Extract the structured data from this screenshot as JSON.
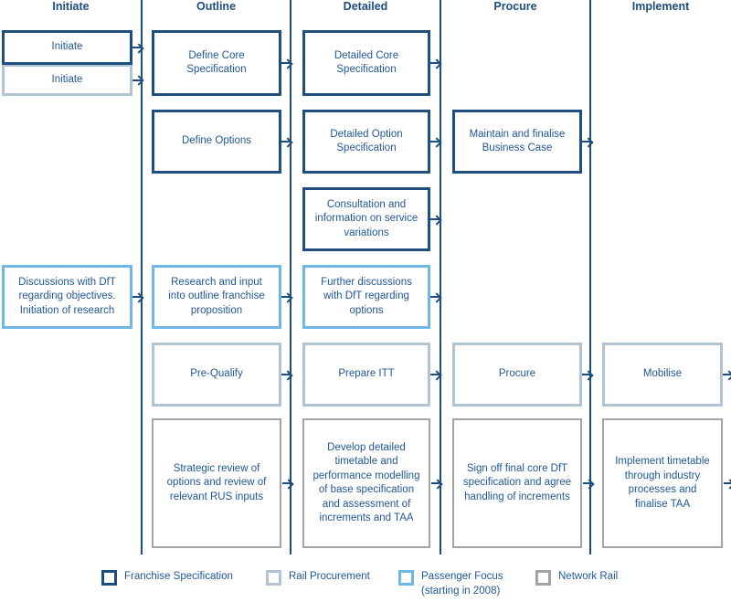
{
  "colors": {
    "franchise": "#1c4e80",
    "procurement": "#b0c4d6",
    "passenger": "#6fb7e6",
    "network": "#a3a3a3",
    "text": "#1f5796"
  },
  "columns": [
    {
      "label": "Initiate"
    },
    {
      "label": "Outline"
    },
    {
      "label": "Detailed"
    },
    {
      "label": "Procure"
    },
    {
      "label": "Implement"
    }
  ],
  "boxes": [
    {
      "label": "Initiate",
      "category": "franchise-specification",
      "column": "Initiate"
    },
    {
      "label": "Initiate",
      "category": "rail-procurement",
      "column": "Initiate"
    },
    {
      "label": "Define Core Specification",
      "category": "franchise-specification",
      "column": "Outline"
    },
    {
      "label": "Detailed Core Specification",
      "category": "franchise-specification",
      "column": "Detailed"
    },
    {
      "label": "Define Options",
      "category": "franchise-specification",
      "column": "Outline"
    },
    {
      "label": "Detailed Option Specification",
      "category": "franchise-specification",
      "column": "Detailed"
    },
    {
      "label": "Maintain and finalise Business Case",
      "category": "franchise-specification",
      "column": "Procure"
    },
    {
      "label": "Consultation and information on service variations",
      "category": "franchise-specification",
      "column": "Detailed"
    },
    {
      "label": "Discussions with DfT regarding objectives. Initiation of research",
      "category": "passenger-focus",
      "column": "Initiate"
    },
    {
      "label": "Research and input into outline franchise proposition",
      "category": "passenger-focus",
      "column": "Outline"
    },
    {
      "label": "Further discussions with DfT regarding options",
      "category": "passenger-focus",
      "column": "Detailed"
    },
    {
      "label": "Pre-Qualify",
      "category": "rail-procurement",
      "column": "Outline"
    },
    {
      "label": "Prepare ITT",
      "category": "rail-procurement",
      "column": "Detailed"
    },
    {
      "label": "Procure",
      "category": "rail-procurement",
      "column": "Procure"
    },
    {
      "label": "Mobilise",
      "category": "rail-procurement",
      "column": "Implement"
    },
    {
      "label": "Strategic review of options and review of relevant RUS inputs",
      "category": "network-rail",
      "column": "Outline"
    },
    {
      "label": "Develop detailed timetable and performance modelling of base specification and assessment of increments and TAA",
      "category": "network-rail",
      "column": "Detailed"
    },
    {
      "label": "Sign off final core DfT specification and agree handling of increments",
      "category": "network-rail",
      "column": "Procure"
    },
    {
      "label": "Implement timetable through industry processes and finalise TAA",
      "category": "network-rail",
      "column": "Implement"
    }
  ],
  "legend": {
    "items": [
      {
        "label": "Franchise Specification",
        "sublabel": "",
        "category": "franchise-specification"
      },
      {
        "label": "Rail Procurement",
        "sublabel": "",
        "category": "rail-procurement"
      },
      {
        "label": "Passenger Focus",
        "sublabel": "(starting in 2008)",
        "category": "passenger-focus"
      },
      {
        "label": "Network Rail",
        "sublabel": "",
        "category": "network-rail"
      }
    ]
  }
}
